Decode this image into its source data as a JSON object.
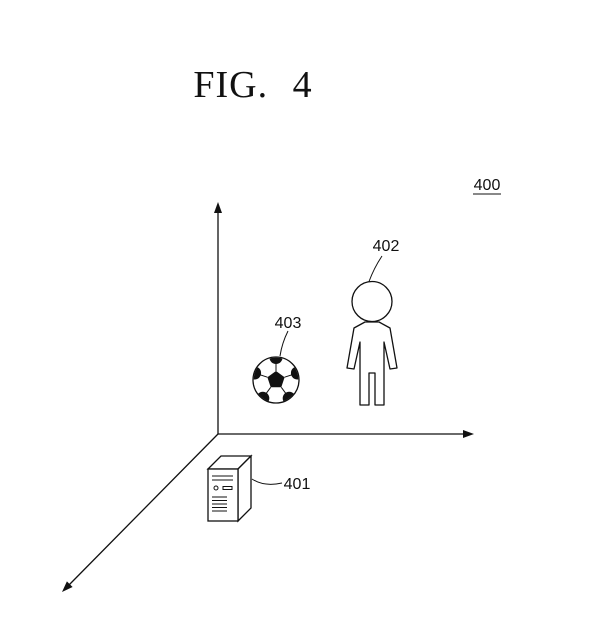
{
  "figure": {
    "title": "FIG. 4",
    "reference": "400",
    "labels": {
      "server": "401",
      "person": "402",
      "ball": "403"
    }
  }
}
